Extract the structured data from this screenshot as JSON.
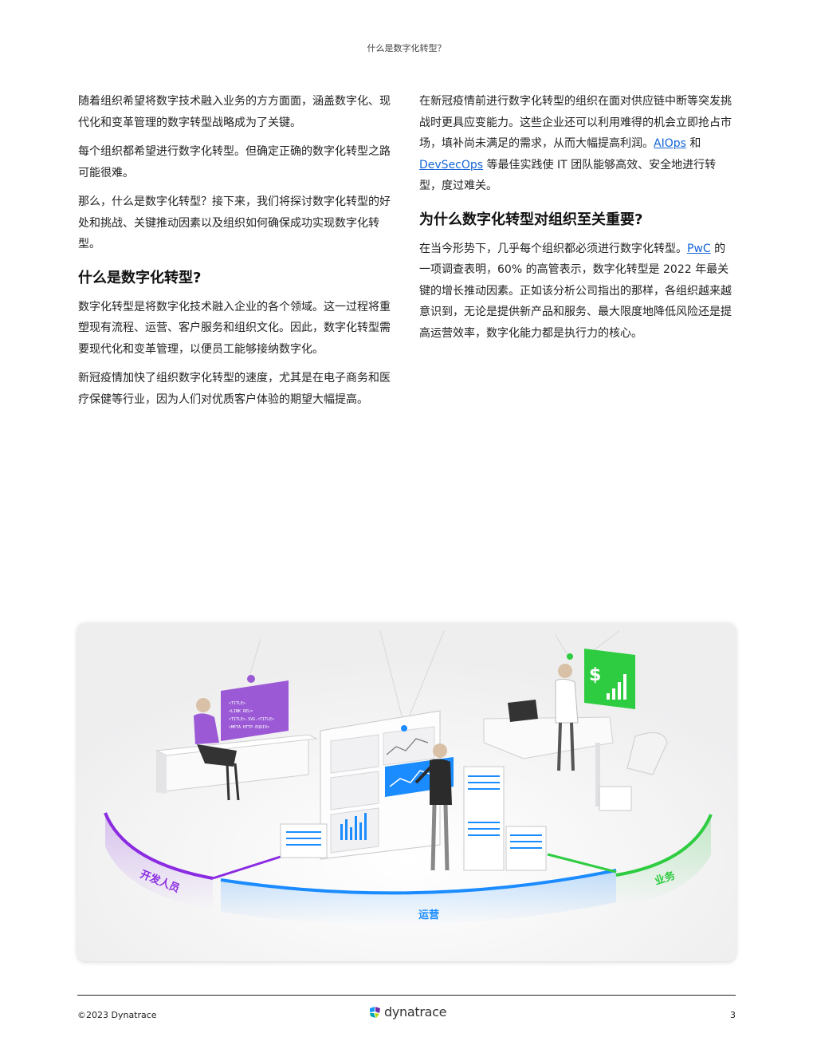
{
  "header": {
    "title": "什么是数字化转型？"
  },
  "left_column": {
    "p1": "随着组织希望将数字技术融入业务的方方面面，涵盖数字化、现代化和变革管理的数字转型战略成为了关键。",
    "p2": "每个组织都希望进行数字化转型。但确定正确的数字化转型之路可能很难。",
    "p3": "那么，什么是数字化转型？接下来，我们将探讨数字化转型的好处和挑战、关键推动因素以及组织如何确保成功实现数字化转型。",
    "heading": "什么是数字化转型?",
    "p4": "数字化转型是将数字化技术融入企业的各个领域。这一过程将重塑现有流程、运营、客户服务和组织文化。因此，数字化转型需要现代化和变革管理，以便员工能够接纳数字化。",
    "p5": "新冠疫情加快了组织数字化转型的速度，尤其是在电子商务和医疗保健等行业，因为人们对优质客户体验的期望大幅提高。"
  },
  "right_column": {
    "p1_start": "在新冠疫情前进行数字化转型的组织在面对供应链中断等突发挑战时更具应变能力。这些企业还可以利用难得的机会立即抢占市场，填补尚未满足的需求，从而大幅提高利润。",
    "link_aiops": "AIOps",
    "p1_and": " 和 ",
    "link_devsecops": "DevSecOps",
    "p1_end": " 等最佳实践使 IT 团队能够高效、安全地进行转型，度过难关。",
    "heading": "为什么数字化转型对组织至关重要?",
    "p2_start": "在当今形势下，几乎每个组织都必须进行数字化转型。",
    "link_pwc": "PwC",
    "p2_end": " 的一项调查表明，60% 的高管表示，数字化转型是 2022 年最关键的增长推动因素。正如该分析公司指出的那样，各组织越来越意识到，无论是提供新产品和服务、最大限度地降低风险还是提高运营效率，数字化能力都是执行力的核心。"
  },
  "illustration": {
    "label_developers": "开发人员",
    "label_operations": "运营",
    "label_business": "业务",
    "screen_lines": [
      "<TITLE>",
      "<LINK REL=",
      "<TITLE>.SVG.<TITLE>",
      "<META HTTP-EQUIV>"
    ],
    "dollar_sign": "$",
    "colors": {
      "purple": "#8a2be2",
      "blue": "#1a8cff",
      "green": "#2ecc40"
    }
  },
  "footer": {
    "copyright": "©2023 Dynatrace",
    "logo_text": "dynatrace",
    "page_number": "3"
  }
}
